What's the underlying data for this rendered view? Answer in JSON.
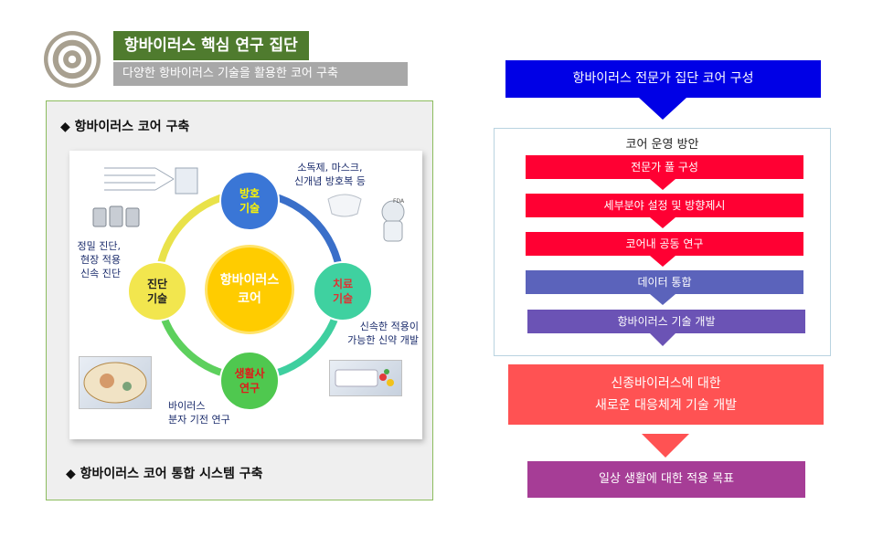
{
  "header": {
    "title": "항바이러스 핵심 연구 집단",
    "subtitle": "다양한 항바이러스 기술을 활용한 코어 구축"
  },
  "left": {
    "section1": "◆ 항바이러스 코어 구축",
    "section2": "◆ 항바이러스 코어 통합 시스템 구축",
    "center": {
      "line1": "항바이러스",
      "line2": "코어"
    },
    "nodes": {
      "top": {
        "line1": "방호",
        "line2": "기술"
      },
      "right": {
        "line1": "치료",
        "line2": "기술"
      },
      "bottom": {
        "line1": "생활사",
        "line2": "연구"
      },
      "left": {
        "line1": "진단",
        "line2": "기술"
      }
    },
    "annotations": {
      "protection": [
        "소독제, 마스크,",
        "신개념 방호복 등"
      ],
      "diagnosis": [
        "정밀 진단,",
        "현장 적용",
        "신속 진단"
      ],
      "treatment": [
        "신속한 적용이",
        "가능한 신약 개발"
      ],
      "lifecycle": [
        "바이러스",
        "분자 기전 연구"
      ]
    },
    "fda_label": "FDA"
  },
  "right": {
    "banner": "항바이러스 전문가 집단 코어 구성",
    "frame_title": "코어 운영 방안",
    "steps": [
      "전문가 풀 구성",
      "세부분야 설정 및 방향제시",
      "코어내 공동 연구",
      "데이터 통합",
      "항바이러스 기술 개발"
    ],
    "goal": {
      "line1": "신종바이러스에 대한",
      "line2": "새로운 대응체계 기술 개발"
    },
    "final": "일상 생활에 대한 적용 목표"
  },
  "colors": {
    "title_bg": "#4f7b2e",
    "banner_bg": "#0000e6",
    "step_red": "#ff0033",
    "step_blue": "#5b63bb",
    "goal_bg": "#ff5253",
    "final_bg": "#a63d96",
    "node_protection": "#3a76d6",
    "node_treatment": "#3fd1a0",
    "node_lifecycle": "#4fc84f",
    "node_diagnosis": "#f2e64e",
    "node_core": "#ffcc00"
  }
}
